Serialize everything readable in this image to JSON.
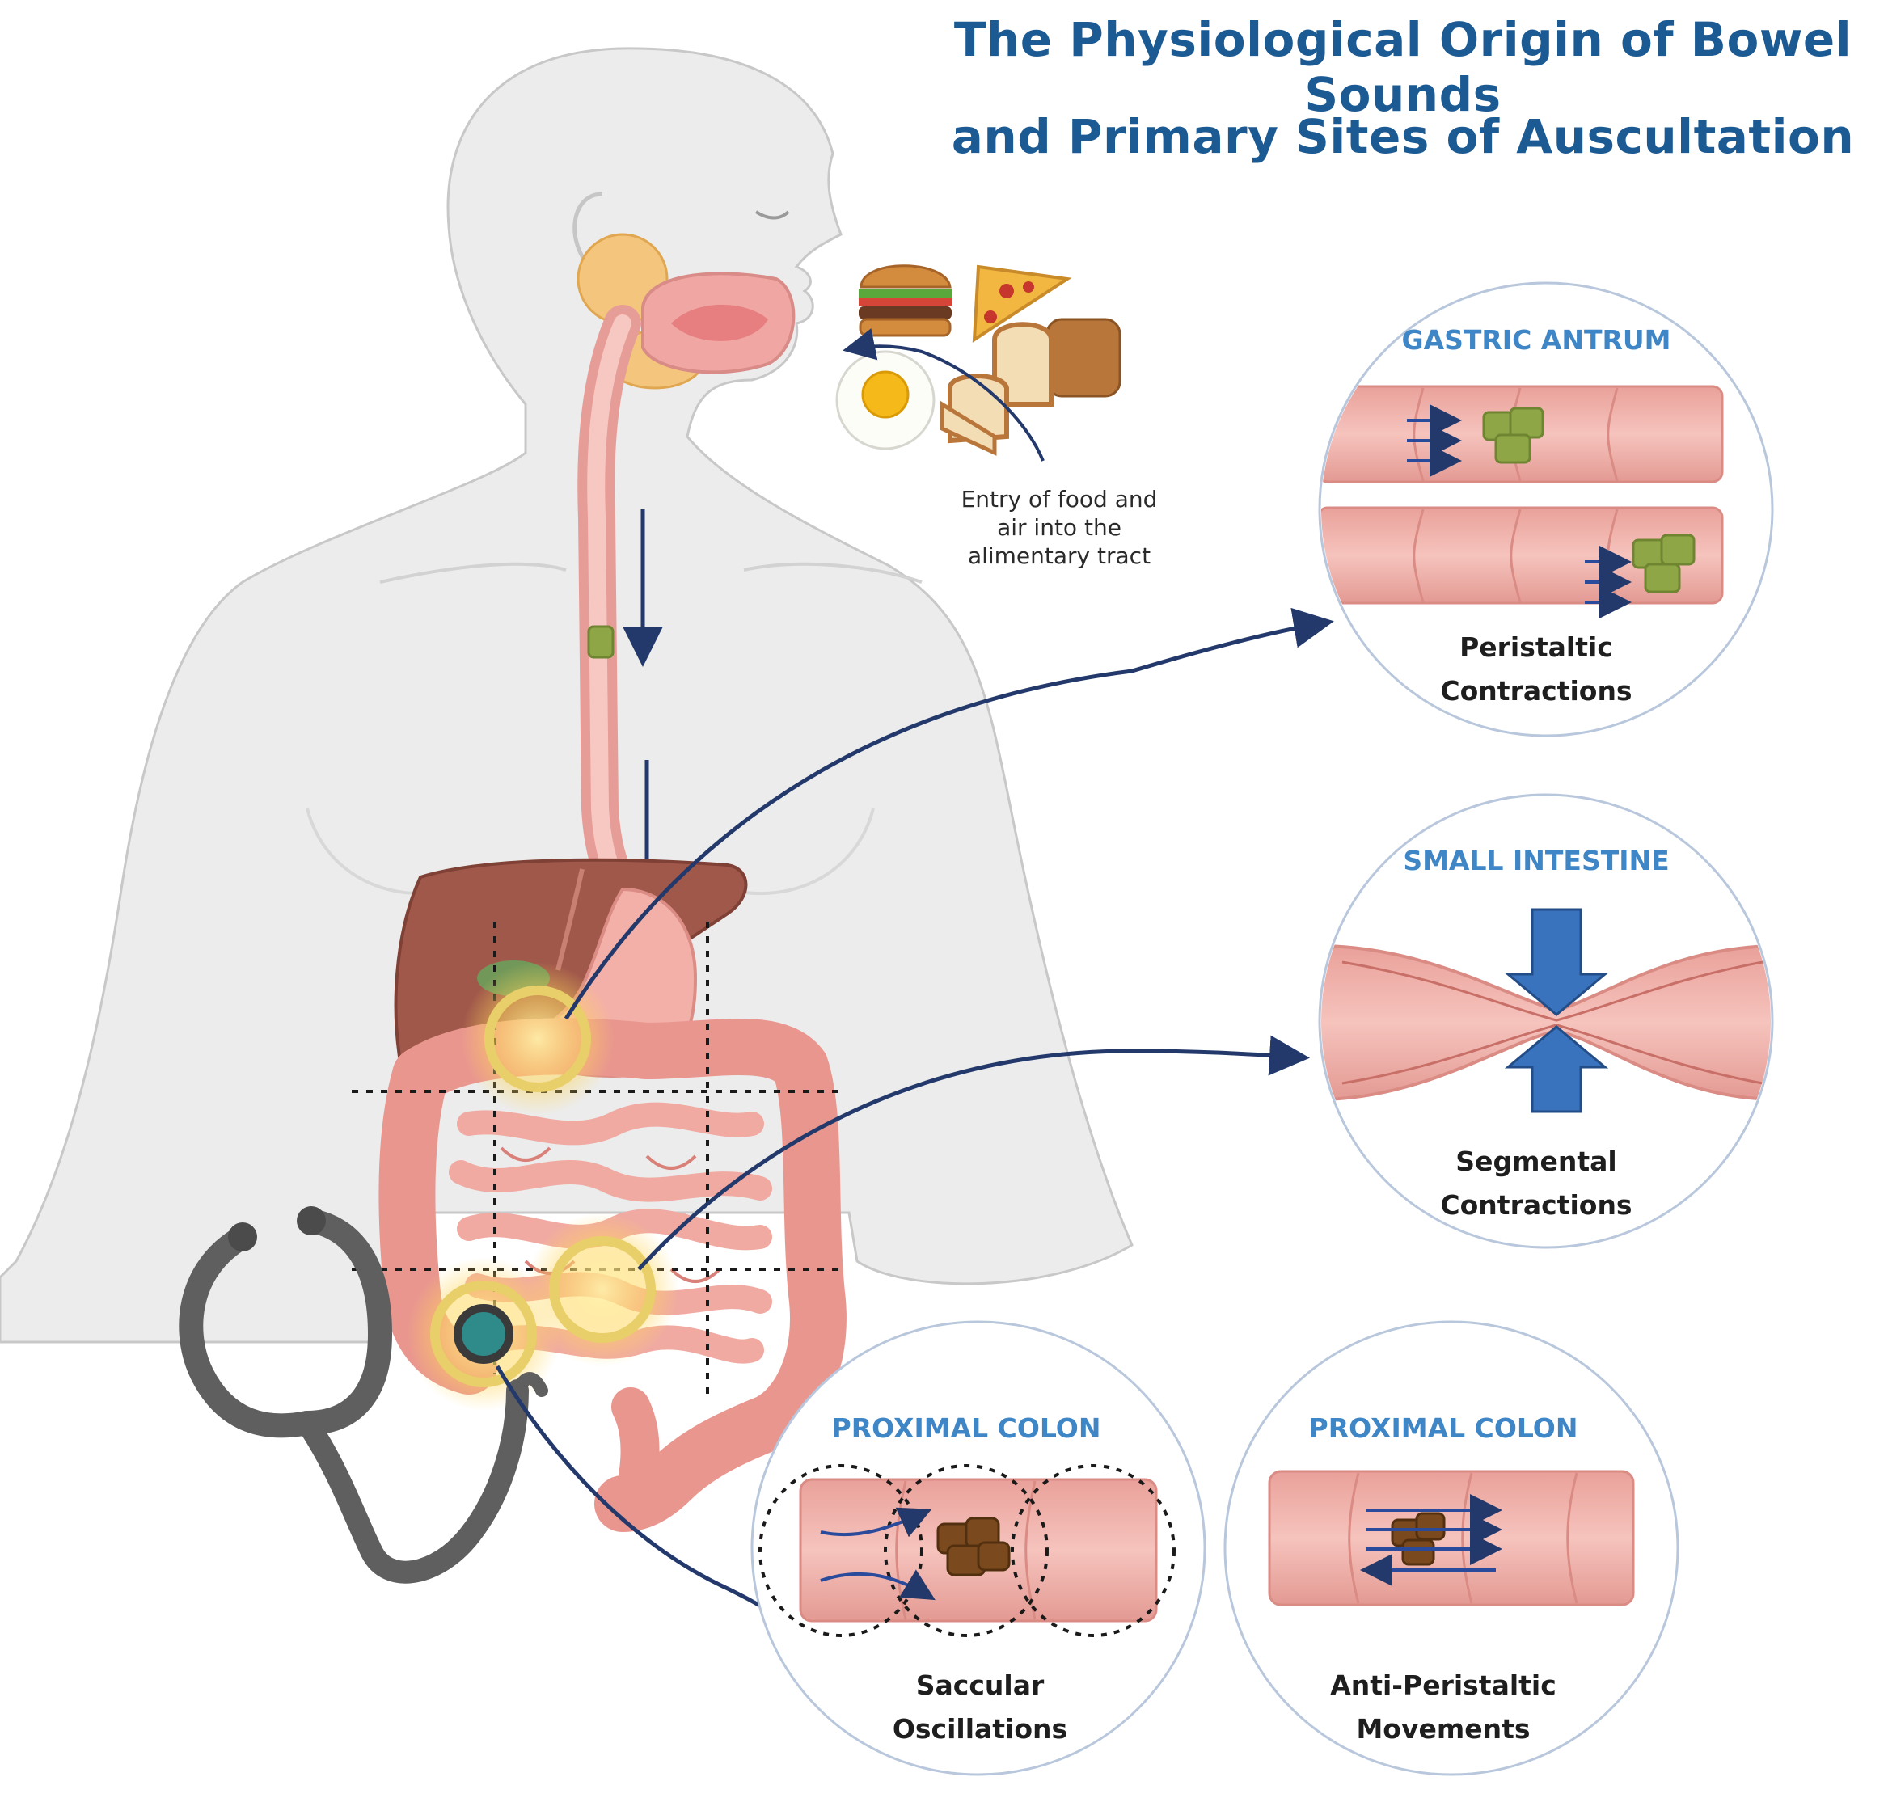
{
  "title": {
    "line1": "The Physiological Origin of Bowel Sounds",
    "line2": "and Primary Sites of Auscultation"
  },
  "food_note": {
    "line1": "Entry of food and",
    "line2": "air into the",
    "line3": "alimentary tract"
  },
  "panels": {
    "gastric": {
      "title": "GASTRIC ANTRUM",
      "label1": "Peristaltic",
      "label2": "Contractions"
    },
    "small": {
      "title": "SMALL INTESTINE",
      "label1": "Segmental",
      "label2": "Contractions"
    },
    "saccular": {
      "title": "PROXIMAL COLON",
      "label1": "Saccular",
      "label2": "Oscillations"
    },
    "anti": {
      "title": "PROXIMAL COLON",
      "label1": "Anti-Peristaltic",
      "label2": "Movements"
    }
  },
  "colors": {
    "title": "#1b5a92",
    "panel_title": "#3f86c6",
    "arrow": "#23396b",
    "body": "#ececec",
    "tissue": "#eea39c",
    "liver": "#a0584a",
    "highlight_ring": "#e8cf6a"
  }
}
